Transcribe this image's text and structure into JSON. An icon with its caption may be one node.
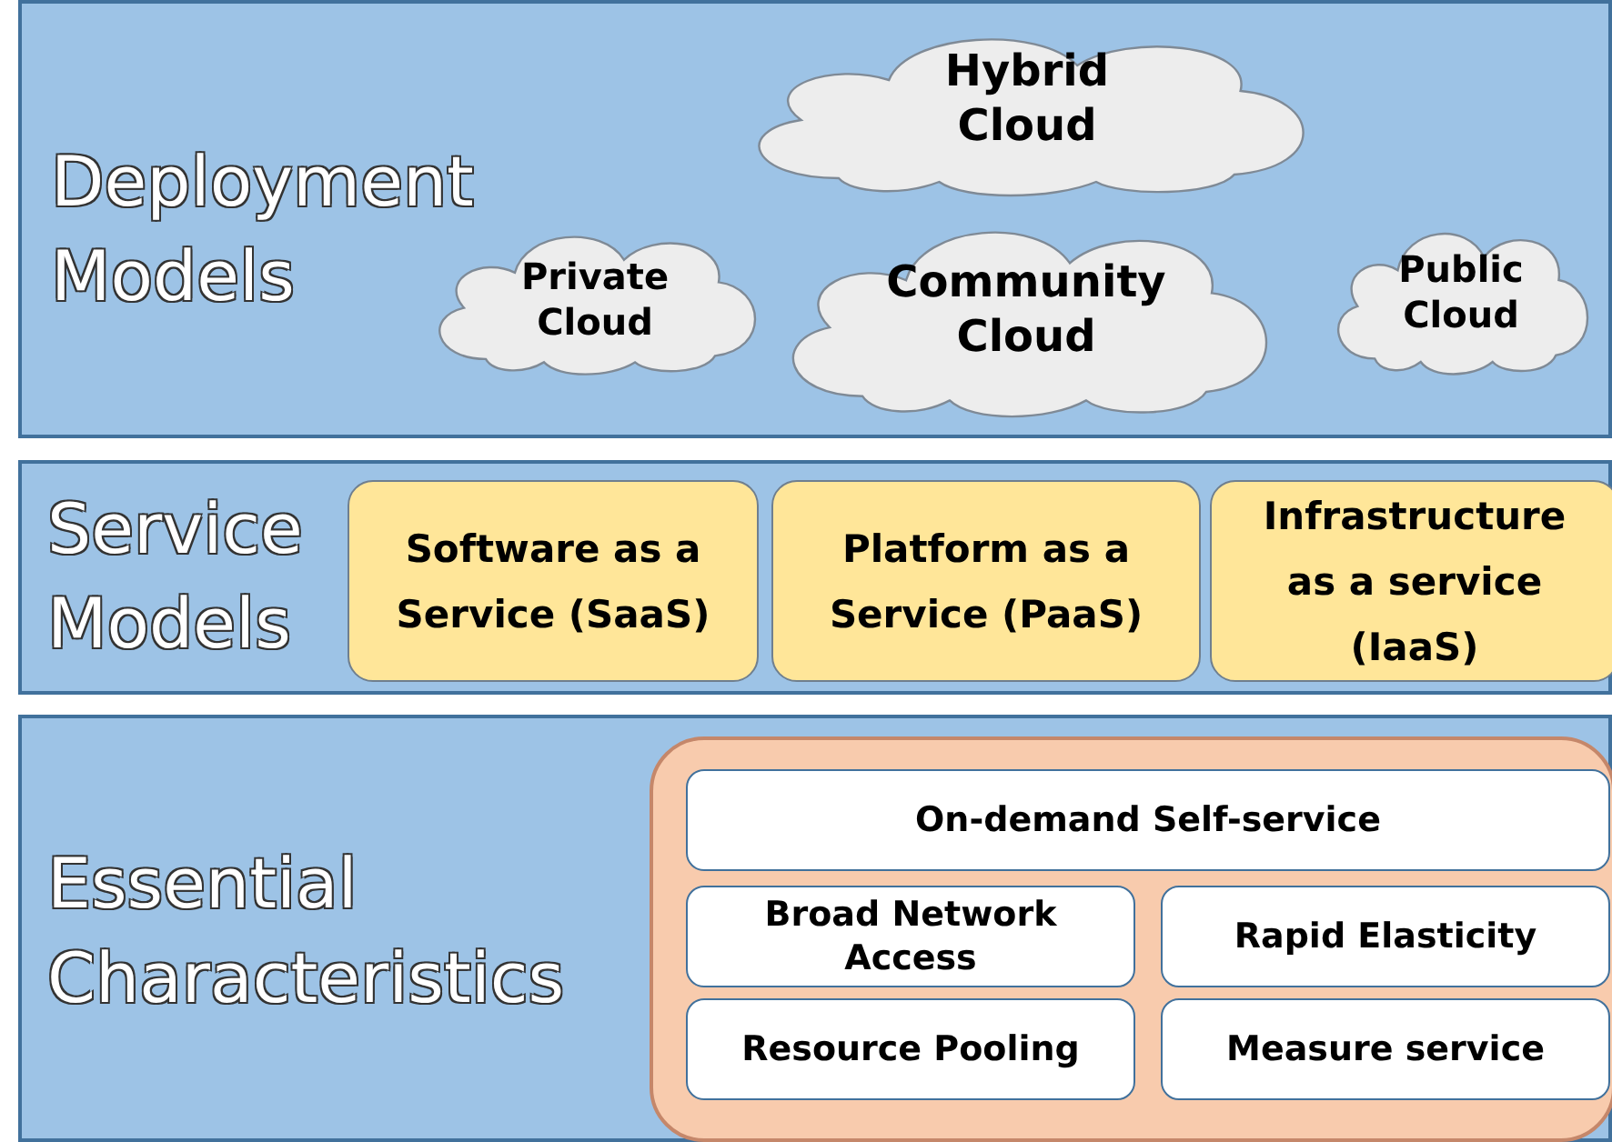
{
  "diagram": {
    "nodes": [
      {
        "text": [
          "Deployment Models"
        ]
      },
      {
        "text": [
          "Hybrid Cloud"
        ],
        "in": 0
      },
      {
        "text": [
          "Private Cloud"
        ],
        "in": 0
      },
      {
        "text": [
          "Community Cloud"
        ],
        "in": 0
      },
      {
        "text": [
          "Public Cloud"
        ],
        "in": 0
      },
      {
        "text": [
          "Service Models"
        ]
      },
      {
        "text": [
          "Software as a Service (SaaS)"
        ],
        "in": 5
      },
      {
        "text": [
          "Platform as a Service (PaaS)"
        ],
        "in": 5
      },
      {
        "text": [
          "Infrastructure as a service (IaaS)"
        ],
        "in": 5
      },
      {
        "text": [
          "Essential Characteristics"
        ]
      },
      {
        "text": [],
        "shape": "box",
        "in": 9
      },
      {
        "text": [
          "On-demand Self-service"
        ],
        "in": 10
      },
      {
        "text": [
          "Broad Network Access"
        ],
        "in": 10
      },
      {
        "text": [
          "Rapid Elasticity"
        ],
        "in": 10
      },
      {
        "text": [
          "Resource Pooling"
        ],
        "in": 10
      },
      {
        "text": [
          "Measure service"
        ],
        "in": 10
      }
    ]
  }
}
